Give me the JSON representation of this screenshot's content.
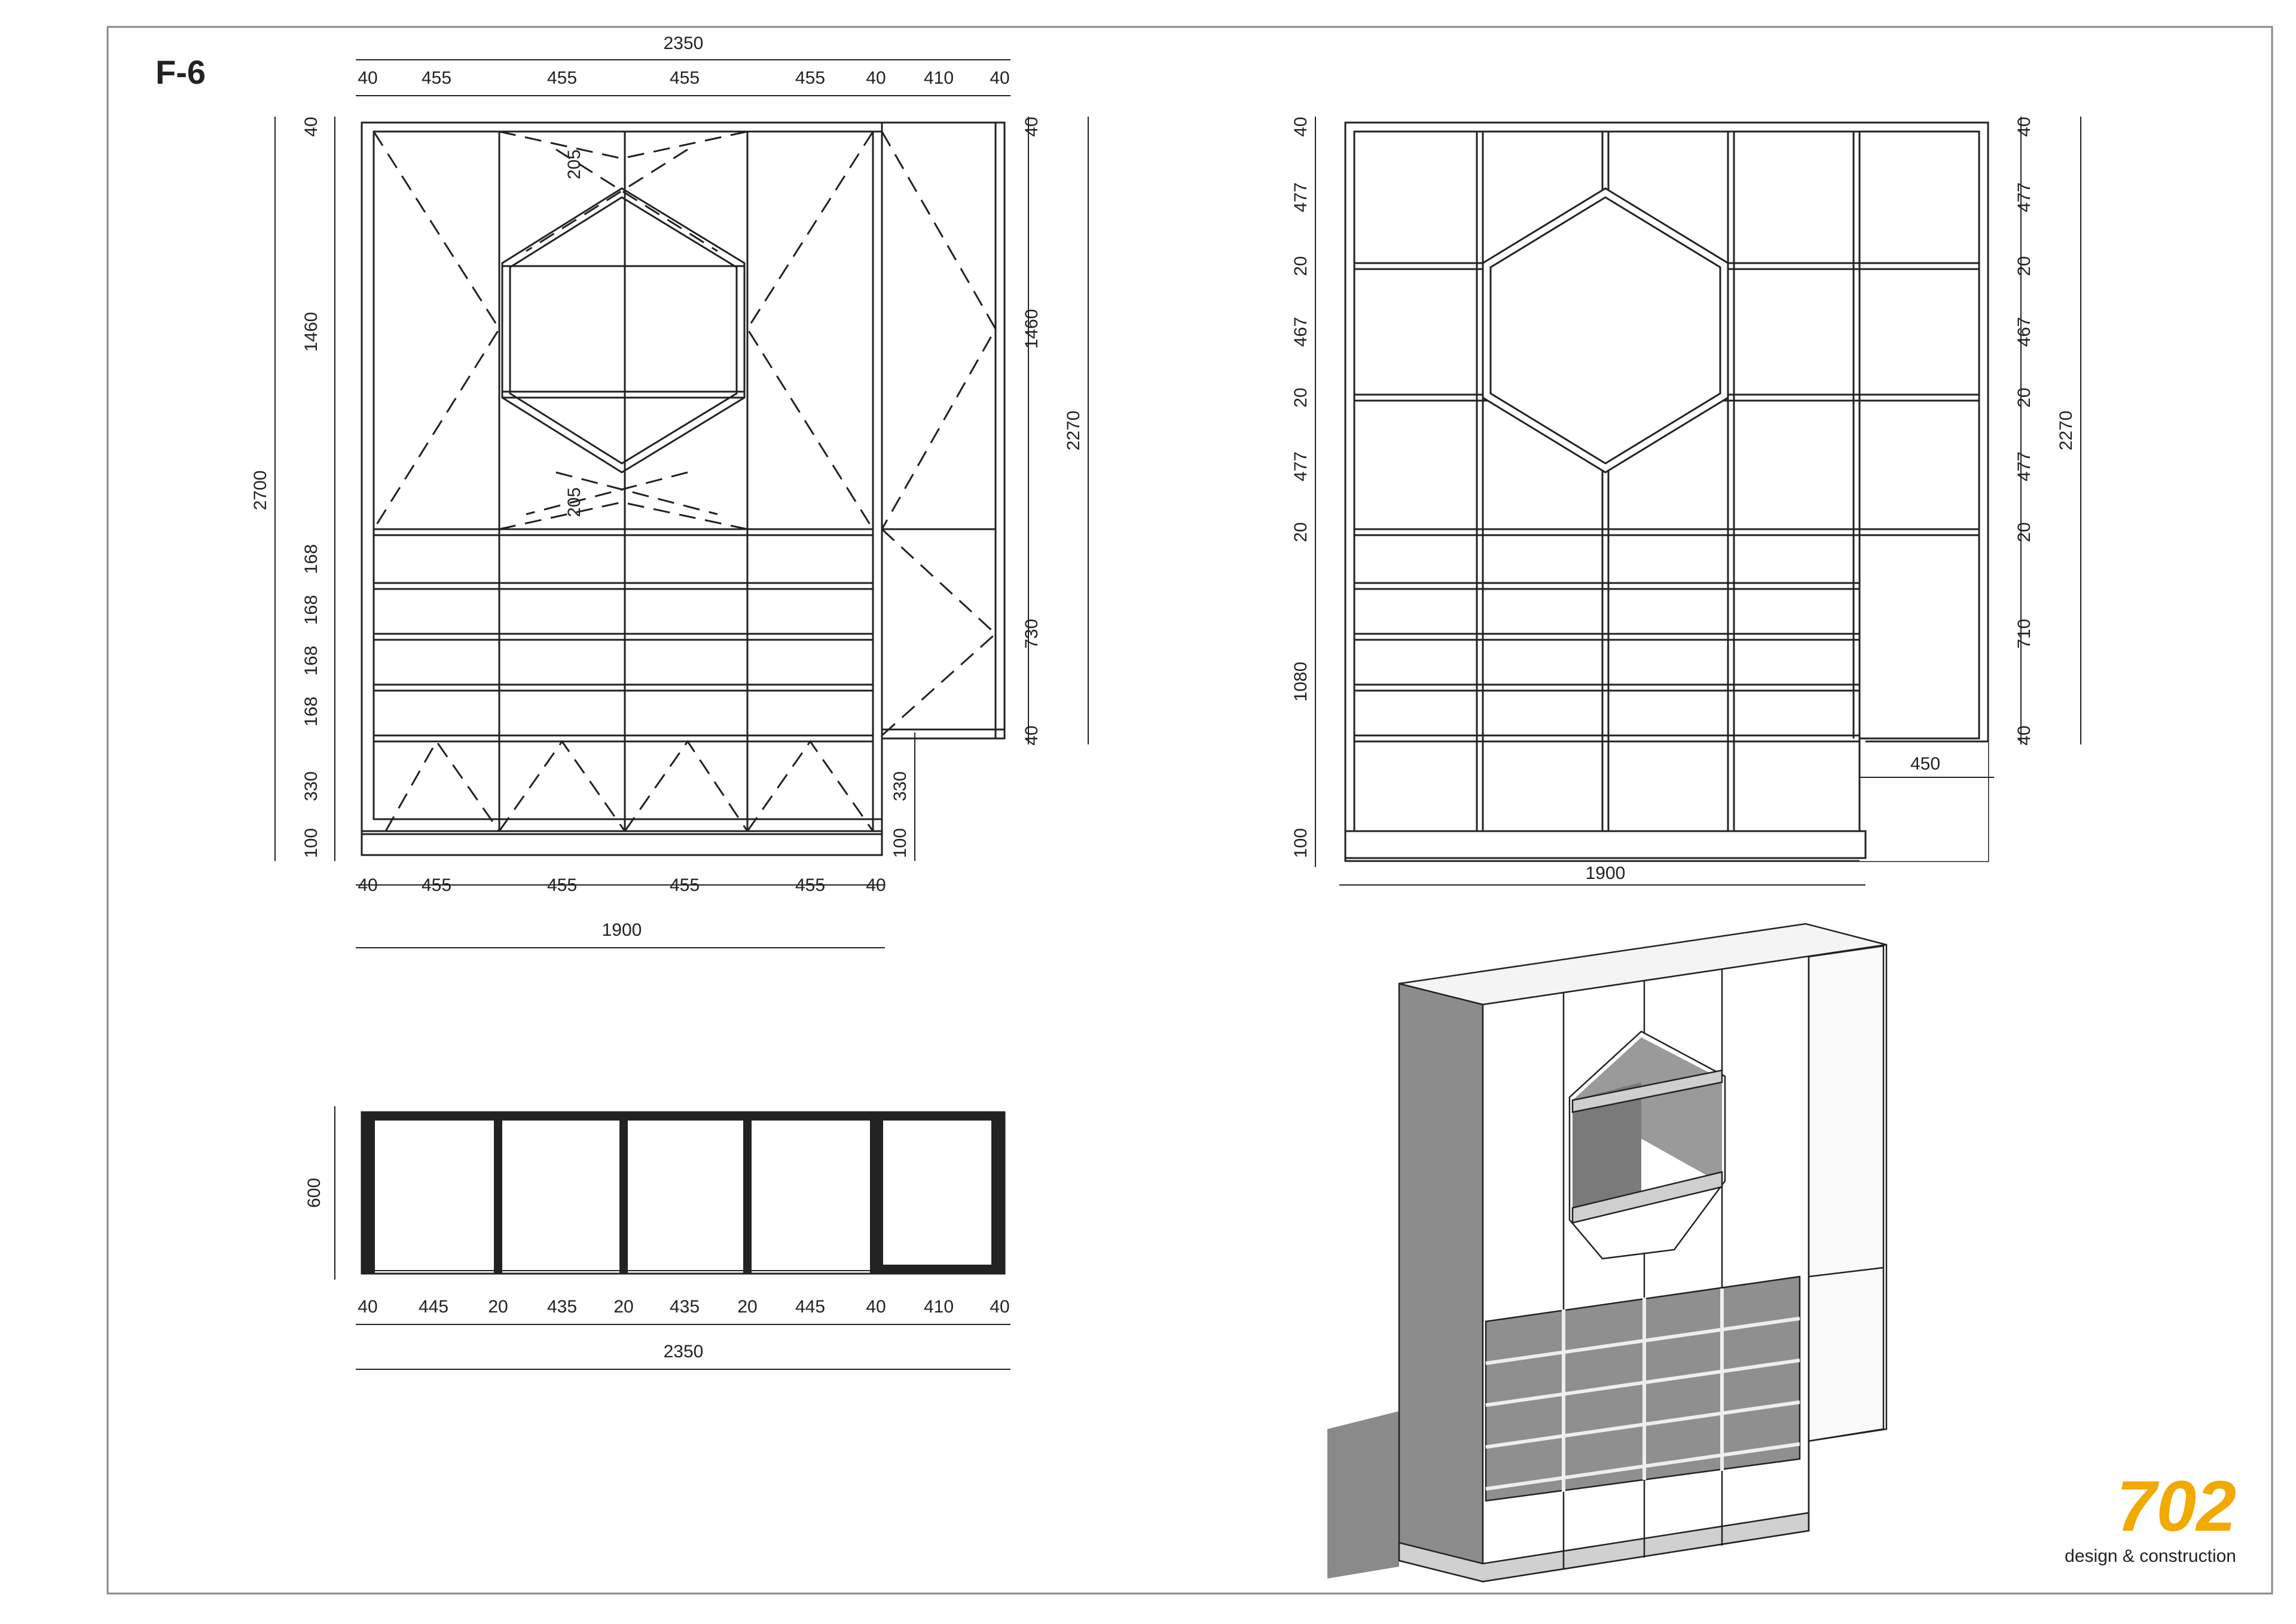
{
  "sheet": {
    "code": "F-6"
  },
  "logo": {
    "number": "702",
    "tagline": "design & construction",
    "color": "#f2a900"
  },
  "front_elevation": {
    "top_total": "2350",
    "top_parts": [
      "40",
      "455",
      "455",
      "455",
      "455",
      "40",
      "410",
      "40"
    ],
    "left_overall": "2700",
    "left_parts": [
      "40",
      "1460",
      "168",
      "168",
      "168",
      "168",
      "330",
      "100"
    ],
    "right_side": [
      "40",
      "1460",
      "730",
      "40"
    ],
    "right_overall": "2270",
    "hex_offsets": [
      "205",
      "205"
    ],
    "plinth_right": [
      "330",
      "100"
    ],
    "bottom_parts": [
      "40",
      "455",
      "455",
      "455",
      "455",
      "40"
    ],
    "bottom_total": "1900"
  },
  "rear_elevation": {
    "left_parts": [
      "40",
      "477",
      "20",
      "467",
      "20",
      "477",
      "20",
      "1080",
      "100"
    ],
    "right_parts": [
      "40",
      "477",
      "20",
      "467",
      "20",
      "477",
      "20",
      "710",
      "40"
    ],
    "right_overall": "2270",
    "step_width": "450",
    "bottom_total": "1900"
  },
  "plan": {
    "depth": "600",
    "bottom_parts": [
      "40",
      "445",
      "20",
      "435",
      "20",
      "435",
      "20",
      "445",
      "40",
      "410",
      "40"
    ],
    "bottom_total": "2350"
  }
}
